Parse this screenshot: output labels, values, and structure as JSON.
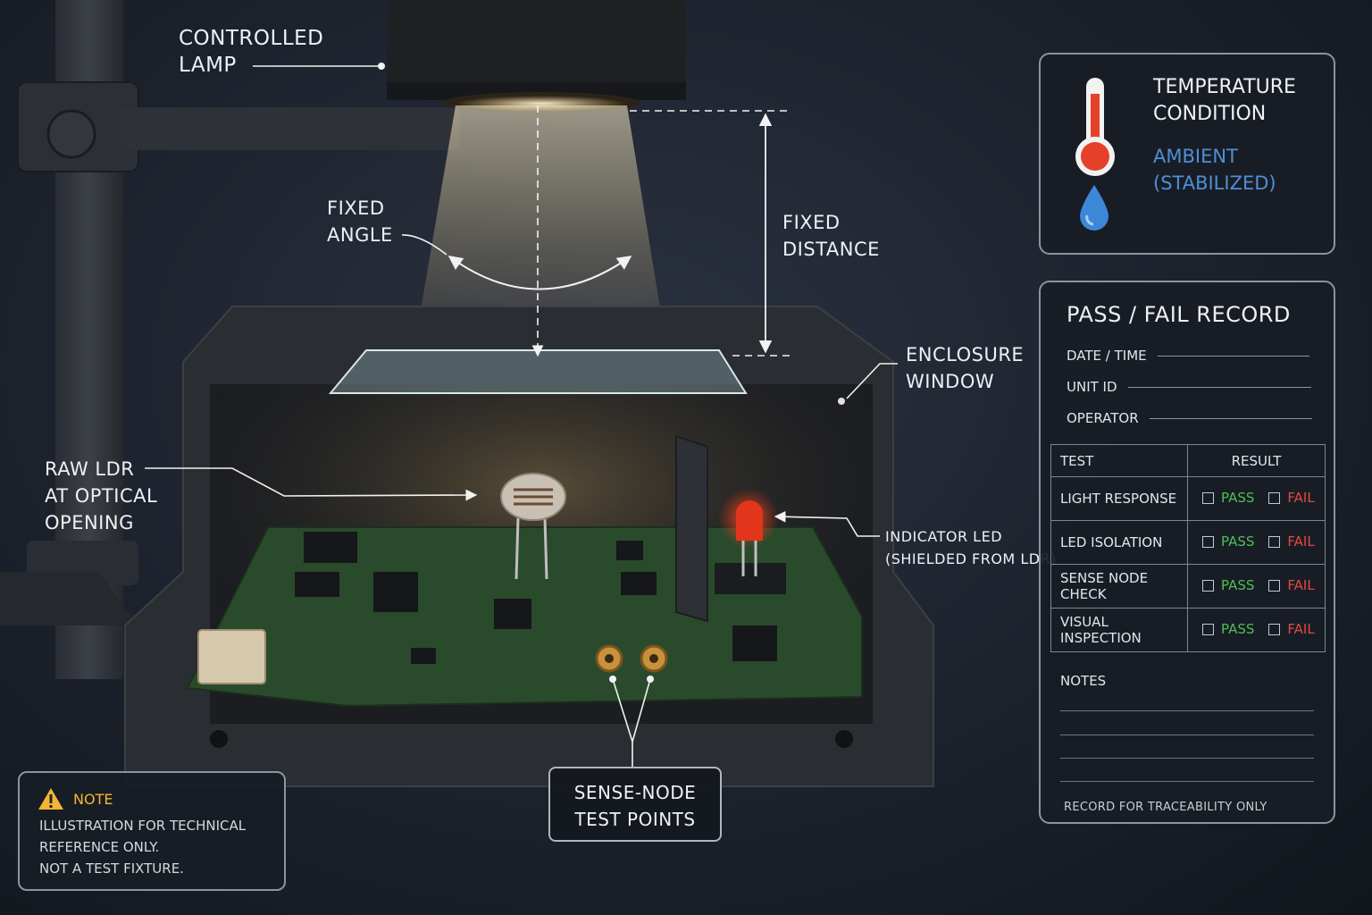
{
  "diagram": {
    "labels": {
      "lamp": [
        "CONTROLLED",
        "LAMP"
      ],
      "angle": [
        "FIXED",
        "ANGLE"
      ],
      "distance": [
        "FIXED",
        "DISTANCE"
      ],
      "window": [
        "ENCLOSURE",
        "WINDOW"
      ],
      "ldr": [
        "RAW LDR",
        "AT OPTICAL",
        "OPENING"
      ],
      "led": [
        "INDICATOR LED",
        "(SHIELDED FROM LDR)"
      ],
      "test_points": [
        "SENSE-NODE",
        "TEST POINTS"
      ]
    }
  },
  "temperature": {
    "title": [
      "TEMPERATURE",
      "CONDITION"
    ],
    "value": [
      "AMBIENT",
      "(STABILIZED)"
    ]
  },
  "record": {
    "title": "PASS / FAIL RECORD",
    "fields": [
      "DATE / TIME",
      "UNIT ID",
      "OPERATOR"
    ],
    "table_headers": [
      "TEST",
      "RESULT"
    ],
    "tests": [
      "LIGHT RESPONSE",
      "LED ISOLATION",
      "SENSE NODE CHECK",
      "VISUAL INSPECTION"
    ],
    "pass_label": "PASS",
    "fail_label": "FAIL",
    "notes_label": "NOTES",
    "footer": "RECORD FOR TRACEABILITY ONLY"
  },
  "note": {
    "title": "NOTE",
    "lines": [
      "ILLUSTRATION FOR TECHNICAL",
      "REFERENCE ONLY.",
      "NOT A TEST FIXTURE."
    ]
  },
  "colors": {
    "accent_blue": "#4f8fd4",
    "pass_green": "#4fbf55",
    "fail_red": "#e5483e",
    "warning_yellow": "#f2b632"
  },
  "icons": [
    "thermometer-icon",
    "water-drop-icon",
    "warning-icon",
    "checkbox-icon"
  ]
}
